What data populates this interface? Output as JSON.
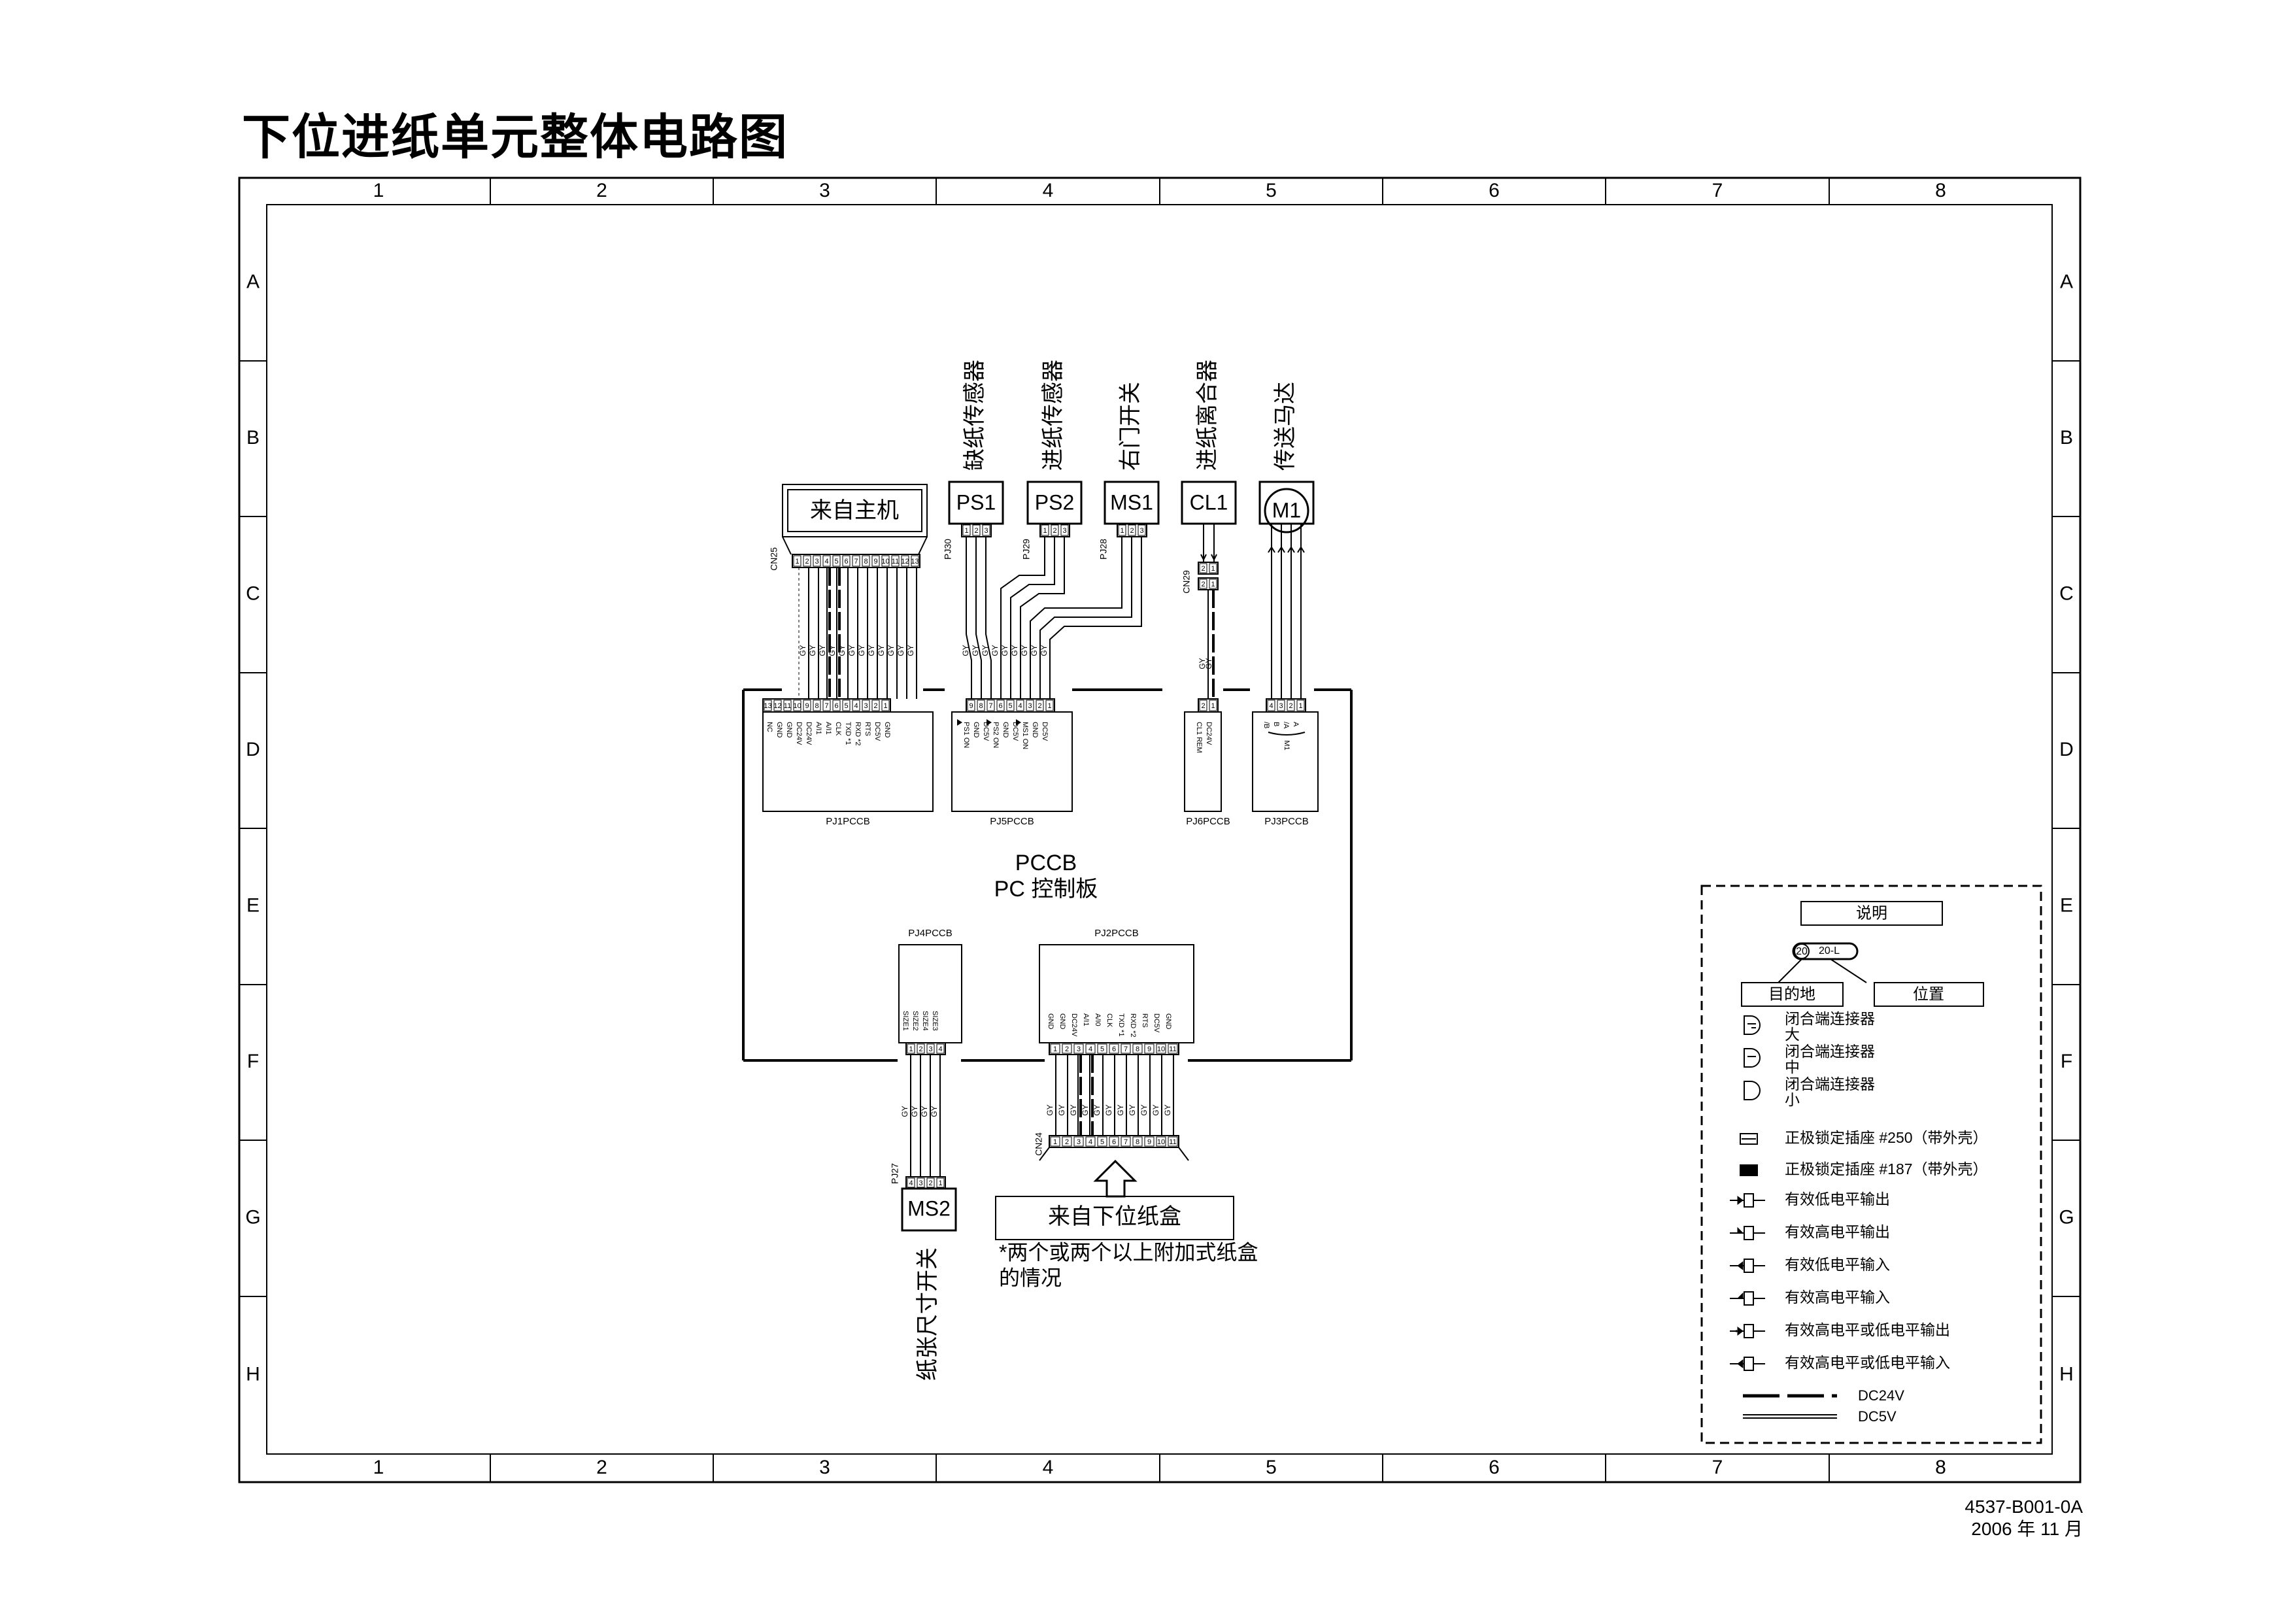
{
  "title": "下位进纸单元整体电路图",
  "columns": [
    "1",
    "2",
    "3",
    "4",
    "5",
    "6",
    "7",
    "8"
  ],
  "rows": [
    "A",
    "B",
    "C",
    "D",
    "E",
    "F",
    "G",
    "H"
  ],
  "board": {
    "name": "PCCB",
    "desc": "PC 控制板"
  },
  "from_main": "来自主机",
  "from_tray": "来自下位纸盒",
  "note": "*两个或两个以上附加式纸盒",
  "note2": "的情况",
  "components": [
    {
      "id": "PS1",
      "label": "缺纸传感器"
    },
    {
      "id": "PS2",
      "label": "进纸传感器"
    },
    {
      "id": "MS1",
      "label": "右门开关"
    },
    {
      "id": "CL1",
      "label": "进纸离合器"
    },
    {
      "id": "M1",
      "label": "传送马达"
    }
  ],
  "ms2": {
    "id": "MS2",
    "label": "纸张尺寸开关"
  },
  "connectors": {
    "cn25": "CN25",
    "pj30": "PJ30",
    "pj29": "PJ29",
    "pj28": "PJ28",
    "cn29": "CN29",
    "pj27": "PJ27",
    "cn24": "CN24",
    "pj1": "PJ1PCCB",
    "pj5": "PJ5PCCB",
    "pj6": "PJ6PCCB",
    "pj3": "PJ3PCCB",
    "pj4": "PJ4PCCB",
    "pj2": "PJ2PCCB"
  },
  "wire_color": "GY",
  "pj1_signals": [
    "NC",
    "GND",
    "GND",
    "DC24V",
    "DC24V",
    "A/I1",
    "A/I1",
    "CLK",
    "TXD *1",
    "RXD *2",
    "RTS",
    "DC5V",
    "GND"
  ],
  "pj5_signals": [
    "PS1 ON",
    "GND",
    "DC5V",
    "PS2 ON",
    "GND",
    "DC5V",
    "MS1 ON",
    "GND",
    "DC5V"
  ],
  "pj6_signals": [
    "CL1 REM",
    "DC24V"
  ],
  "pj3_signals": [
    "/B",
    "B",
    "/A",
    "A"
  ],
  "pj3_part": "M1",
  "pj4_signals": [
    "SIZE1",
    "SIZE2",
    "SIZE4",
    "SIZE3"
  ],
  "pj2_signals": [
    "GND",
    "GND",
    "DC24V",
    "A/I1",
    "A/I0",
    "CLK",
    "TXD *1",
    "RXD *2",
    "RTS",
    "DC5V",
    "GND"
  ],
  "legend": {
    "title": "说明",
    "sample_dest": "20",
    "sample_pos": "20-L",
    "dest_label": "目的地",
    "pos_label": "位置",
    "items": [
      {
        "icon": "large-closed-connector-icon",
        "text": "闭合端连接器",
        "sub": "大"
      },
      {
        "icon": "medium-closed-connector-icon",
        "text": "闭合端连接器",
        "sub": "中"
      },
      {
        "icon": "small-closed-connector-icon",
        "text": "闭合端连接器",
        "sub": "小"
      },
      {
        "icon": "tab-250-icon",
        "text": "正极锁定插座 #250（带外壳）"
      },
      {
        "icon": "tab-187-icon",
        "text": "正极锁定插座 #187（带外壳）"
      },
      {
        "icon": "active-low-output-icon",
        "text": "有效低电平输出"
      },
      {
        "icon": "active-high-output-icon",
        "text": "有效高电平输出"
      },
      {
        "icon": "active-low-input-icon",
        "text": "有效低电平输入"
      },
      {
        "icon": "active-high-input-icon",
        "text": "有效高电平输入"
      },
      {
        "icon": "active-high-low-output-icon",
        "text": "有效高电平或低电平输出"
      },
      {
        "icon": "active-high-low-input-icon",
        "text": "有效高电平或低电平输入"
      }
    ],
    "dc24": "DC24V",
    "dc5": "DC5V"
  },
  "doc_code": "4537-B001-0A",
  "doc_date": "2006 年 11 月"
}
